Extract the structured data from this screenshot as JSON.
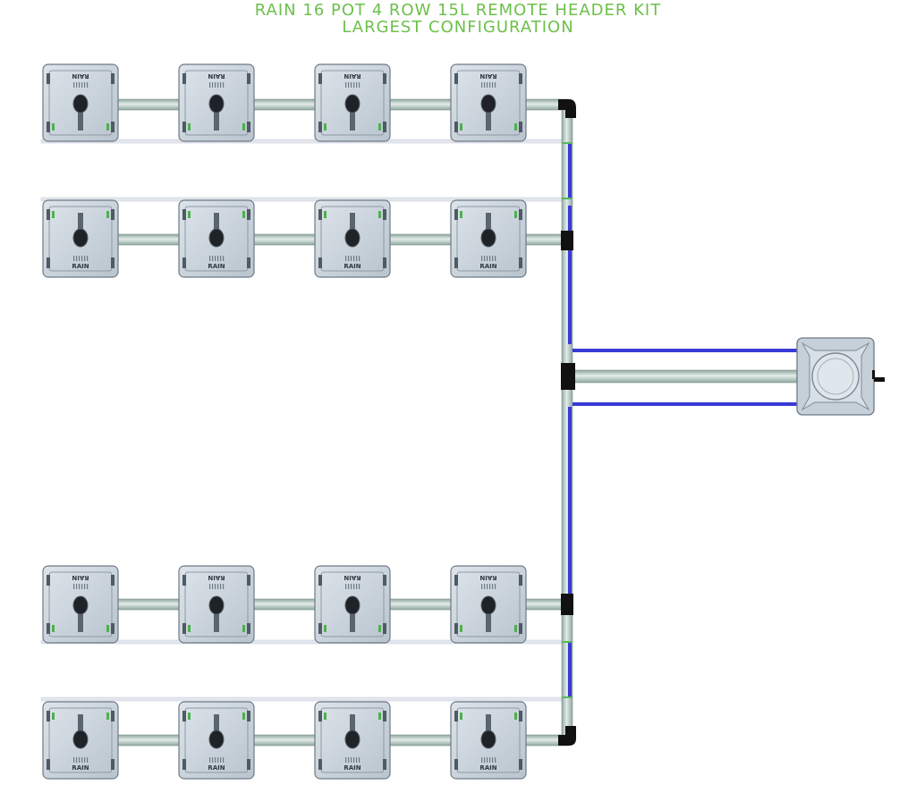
{
  "title": {
    "line1": "RAIN 16 POT 4 ROW 15L REMOTE HEADER KIT",
    "line2": "LARGEST CONFIGURATION"
  },
  "pot_label": "RAIN",
  "rows": [
    {
      "id": "row-1",
      "pots": 4,
      "orientation": "flipped"
    },
    {
      "id": "row-2",
      "pots": 4,
      "orientation": "normal"
    },
    {
      "id": "row-3",
      "pots": 4,
      "orientation": "flipped"
    },
    {
      "id": "row-4",
      "pots": 4,
      "orientation": "normal"
    }
  ],
  "colors": {
    "title": "#6cc04a",
    "pot_body": "#c9d3dc",
    "pot_frame": "#9aa6b2",
    "pipe": "#b7c7c2",
    "feed_line": "#3a3ad6",
    "fitting": "#111111",
    "drain_line": "#e4e6ee"
  },
  "icons": {
    "pot": "grow-pot-icon",
    "header_tank": "header-tank-icon"
  }
}
